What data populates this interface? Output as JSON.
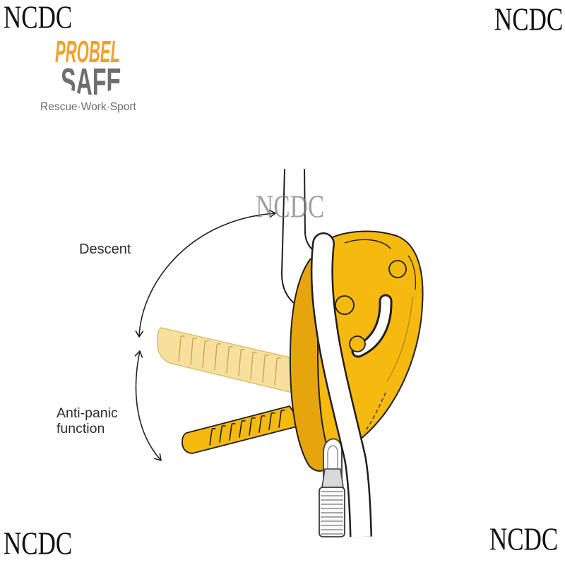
{
  "watermarks": {
    "top_left": "NCDC",
    "top_right": "NCDC",
    "bottom_left": "NCDC",
    "bottom_right": "NCDC",
    "center": "NCDC"
  },
  "logo": {
    "word_top": "PROBEL",
    "word_bottom": "SAFE",
    "tagline": "Rescue·Work·Sport"
  },
  "labels": {
    "descent": "Descent",
    "anti_panic": [
      "Anti-panic",
      "function"
    ]
  },
  "colors": {
    "device_yellow": "#F5B90F",
    "logo_orange": "#F0A12E",
    "logo_gray": "#6D6E71"
  }
}
